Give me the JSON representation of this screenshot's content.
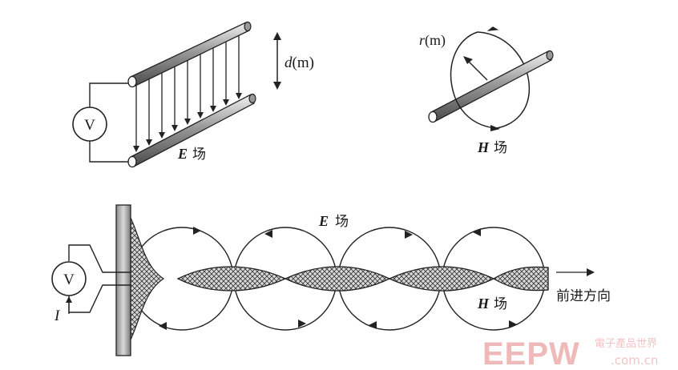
{
  "top_left": {
    "voltmeter_symbol": "V",
    "distance_var": "d",
    "distance_unit": "(m)",
    "field_letter": "E",
    "field_word": "场"
  },
  "top_right": {
    "radius_var": "r",
    "radius_unit": "(m)",
    "field_letter": "H",
    "field_word": "场"
  },
  "bottom": {
    "voltmeter_symbol": "V",
    "current_symbol": "I",
    "e_letter": "E",
    "e_word": "场",
    "h_letter": "H",
    "h_word": "场",
    "direction_label": "前进方向"
  },
  "watermark": {
    "brand": "EEPW",
    "chinese": "電子產品世界",
    "url": ".com.cn"
  }
}
